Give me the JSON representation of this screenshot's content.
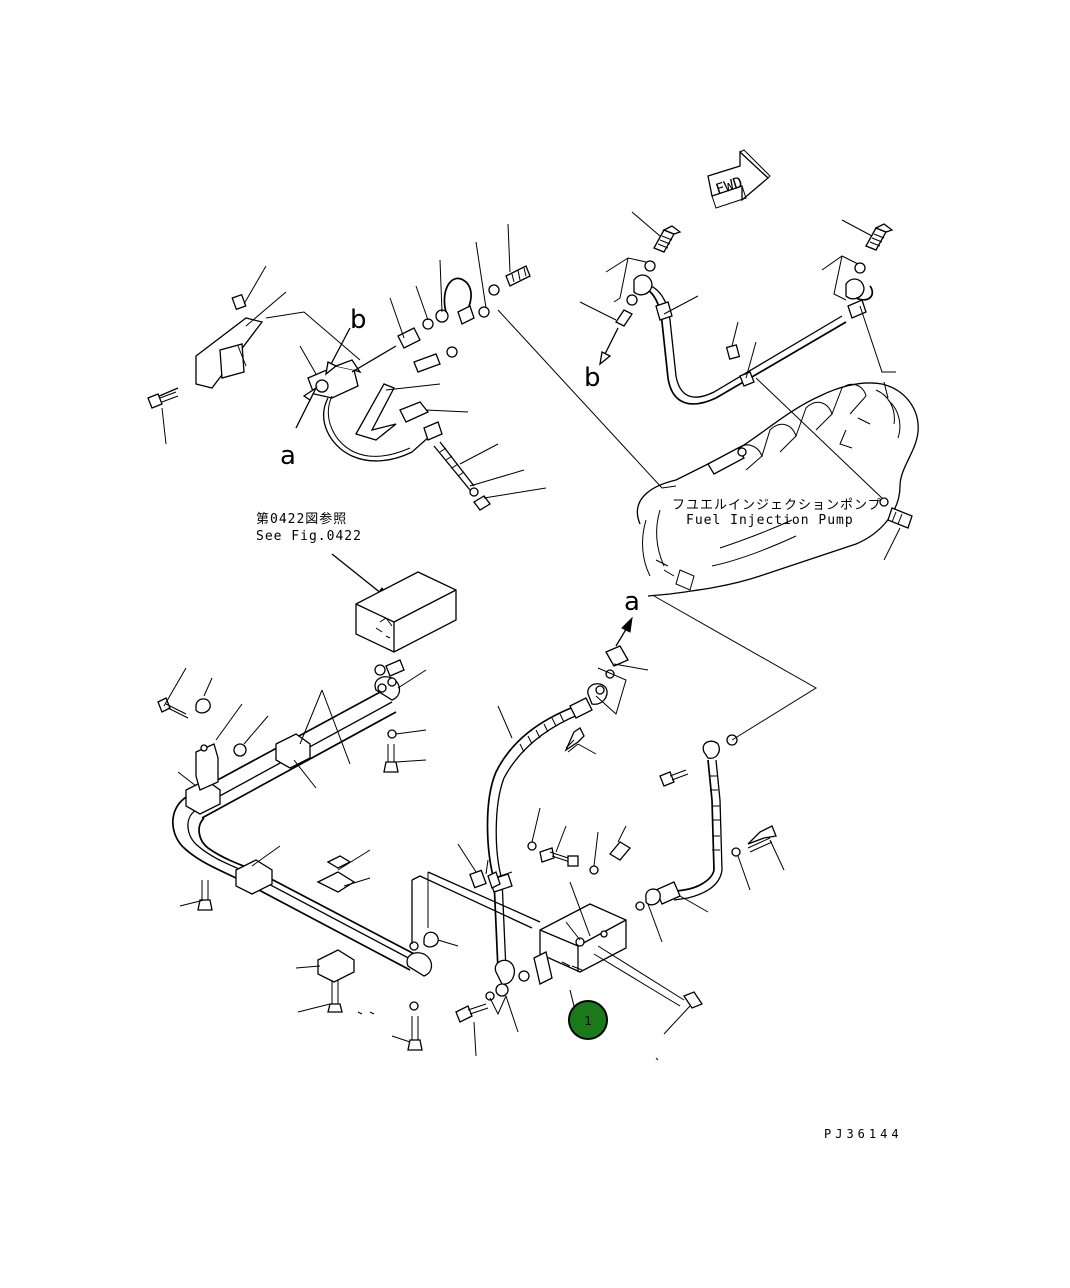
{
  "references": {
    "see_fig_jp": "第0422図参照",
    "see_fig_en": "See Fig.0422"
  },
  "component": {
    "name_jp": "フユエルインジェクションポンプ",
    "name_en": "Fuel Injection Pump"
  },
  "direction": {
    "label": "FWD"
  },
  "detail_markers": {
    "a": "a",
    "b": "b"
  },
  "part_callout": {
    "number": "1",
    "color": "#1a7a1a"
  },
  "drawing_code": "PJ36144"
}
